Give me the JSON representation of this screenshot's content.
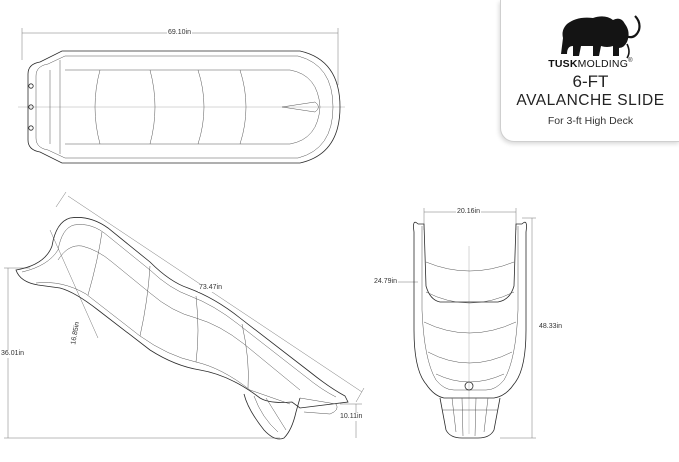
{
  "brand": {
    "bold": "TUSK",
    "light": "MOLDING",
    "trademark": "®"
  },
  "title": {
    "line1": "6-FT",
    "line2": "AVALANCHE SLIDE",
    "line3": "For 3-ft High Deck"
  },
  "dimensions": {
    "top_length": "69.10in",
    "slide_length": "73.47in",
    "height": "36.01in",
    "slide_inner": "16.85in",
    "bottom_height": "10.11in",
    "front_width": "20.16in",
    "front_wall": "24.79in",
    "front_height": "48.33in"
  },
  "icons": {
    "logo": "mammoth-icon"
  }
}
